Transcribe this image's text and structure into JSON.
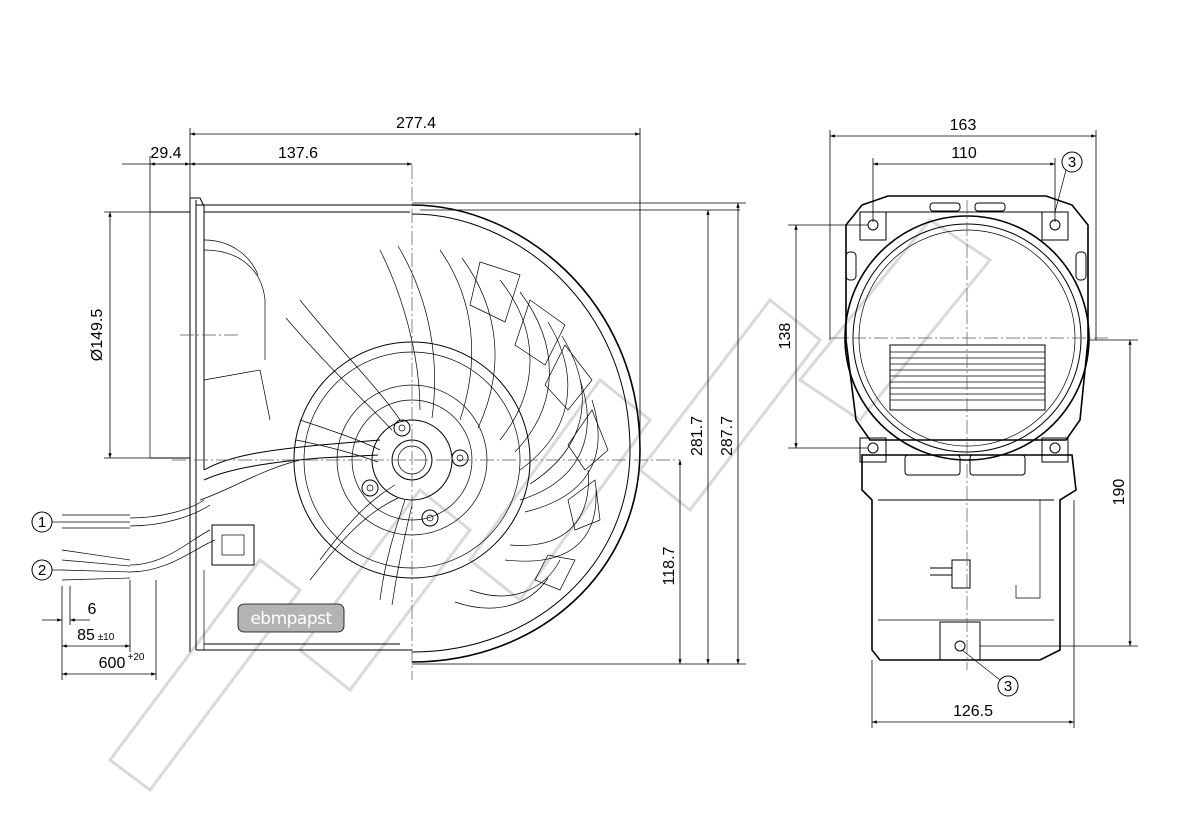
{
  "dimensions": {
    "overall_width": "277.4",
    "inlet_offset": "29.4",
    "center_offset": "137.6",
    "inlet_diameter": "Ø149.5",
    "height_inner": "281.7",
    "height_outer": "287.7",
    "outlet_height": "118.7",
    "lead_strip": "6",
    "lead_sleeve": "85",
    "lead_sleeve_tol": "±10",
    "lead_length": "600",
    "lead_length_tol": "+20",
    "side_width": "163",
    "mount_spacing": "110",
    "mount_vertical": "138",
    "outlet_depth": "190",
    "base_width": "126.5"
  },
  "callouts": {
    "c1": "1",
    "c2": "2",
    "c3_top": "3",
    "c3_bottom": "3"
  },
  "logo": "ebmpapst"
}
